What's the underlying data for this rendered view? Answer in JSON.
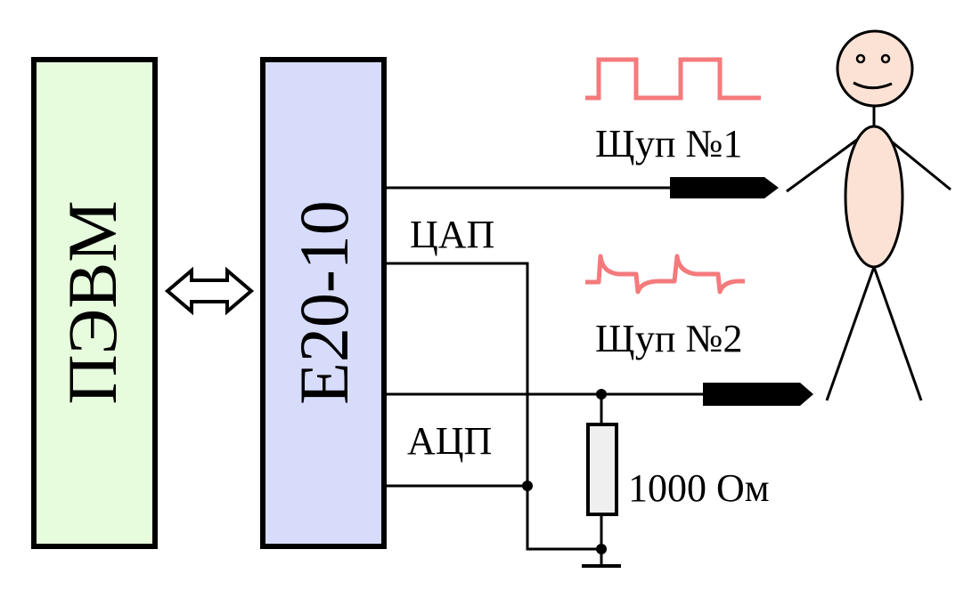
{
  "blocks": {
    "pc_label": "ПЭВМ",
    "device_label": "E20-10"
  },
  "signals": {
    "dac_label": "ЦАП",
    "adc_label": "АЦП"
  },
  "probes": {
    "probe1_label": "Щуп №1",
    "probe2_label": "Щуп №2"
  },
  "resistor": {
    "label": "1000 Ом"
  },
  "colors": {
    "pc_fill": "#E6FCDD",
    "device_fill": "#D8DCFB",
    "waveform": "#F47A7C",
    "body_fill": "#FBE2D5",
    "resistor_fill": "#EFEFEF",
    "line": "#000000"
  },
  "icons": {
    "bus_arrow": "double-arrow-icon",
    "probe": "probe-tip-icon",
    "ground": "ground-icon",
    "person": "stick-figure-icon"
  }
}
